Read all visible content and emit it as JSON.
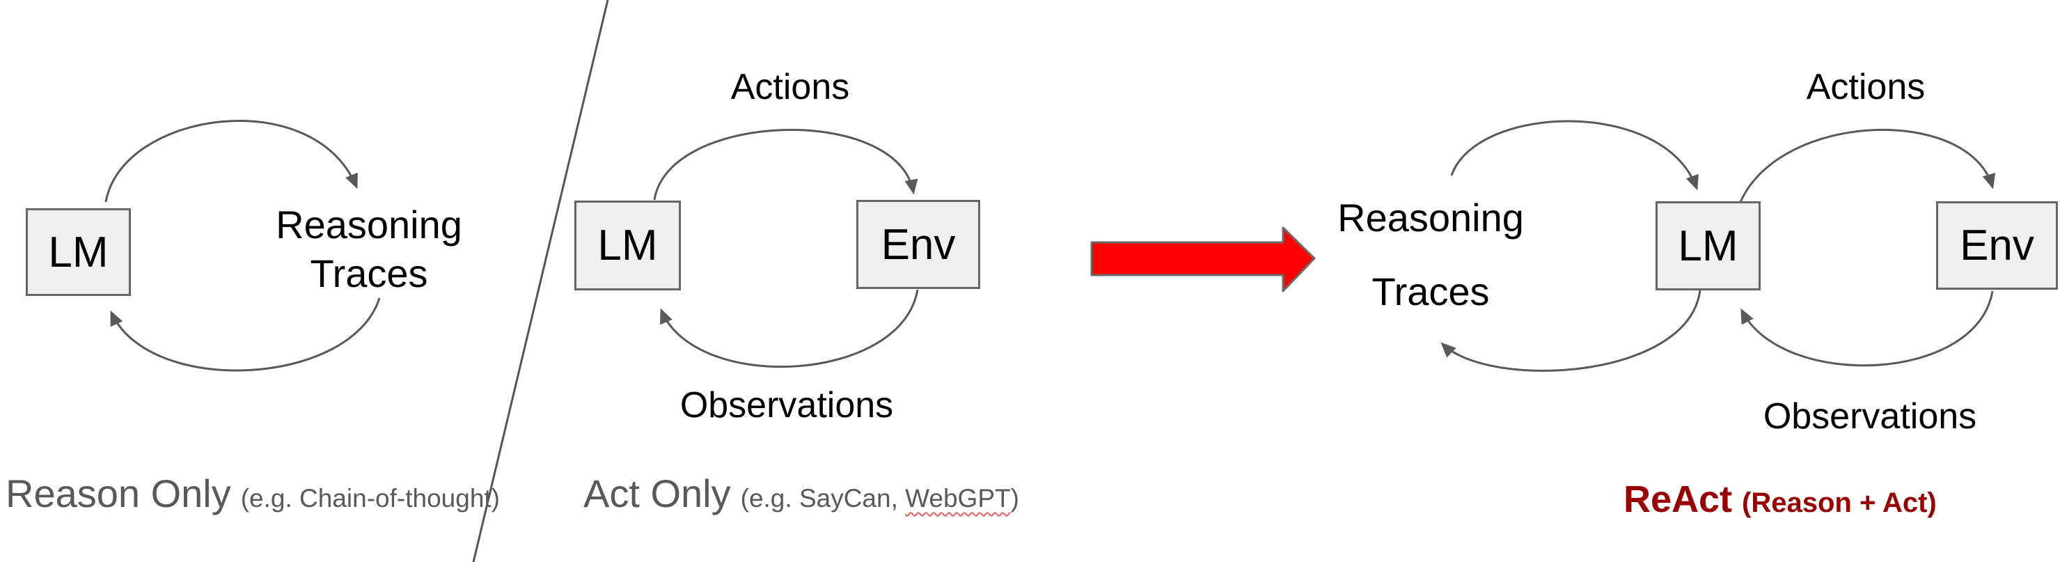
{
  "figure": {
    "reason_only": {
      "lm_label": "LM",
      "node_line1": "Reasoning",
      "node_line2": "Traces",
      "caption": "Reason Only",
      "caption_note": "(e.g. Chain-of-thought)"
    },
    "act_only": {
      "lm_label": "LM",
      "env_label": "Env",
      "top_label": "Actions",
      "bottom_label": "Observations",
      "caption": "Act Only",
      "caption_note_prefix": "(e.g. SayCan, ",
      "caption_note_flagged_word": "WebGPT",
      "caption_note_suffix": ")"
    },
    "react": {
      "node_line1": "Reasoning",
      "node_line2": "Traces",
      "lm_label": "LM",
      "env_label": "Env",
      "top_label": "Actions",
      "bottom_label": "Observations",
      "caption": "ReAct",
      "caption_note": "(Reason + Act)"
    },
    "colors": {
      "box_fill": "#efefef",
      "box_border": "#666666",
      "arc_stroke": "#595959",
      "caption_gray": "#595959",
      "react_maroon": "#990000",
      "big_arrow_red": "#fe0000",
      "big_arrow_border": "#6a6a6a",
      "spellcheck_squiggle": "#e06060"
    }
  }
}
